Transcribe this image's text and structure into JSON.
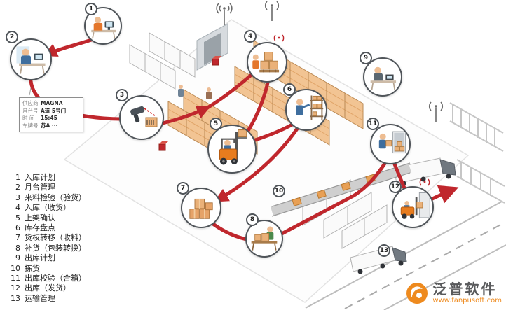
{
  "colors": {
    "flow_red": "#c0272d",
    "rack_orange": "#f2c493",
    "box_orange": "#eab179",
    "accent_orange": "#ee8a1e"
  },
  "steps": [
    {
      "number": "1",
      "label": "入库计划"
    },
    {
      "number": "2",
      "label": "月台管理"
    },
    {
      "number": "3",
      "label": "来料检验（验货）"
    },
    {
      "number": "4",
      "label": "入库（收货）"
    },
    {
      "number": "5",
      "label": "上架确认"
    },
    {
      "number": "6",
      "label": "库存盘点"
    },
    {
      "number": "7",
      "label": "货权转移（收料）"
    },
    {
      "number": "8",
      "label": "补货（包装转换）"
    },
    {
      "number": "9",
      "label": "出库计划"
    },
    {
      "number": "10",
      "label": "拣货"
    },
    {
      "number": "11",
      "label": "出库校验（合箱）"
    },
    {
      "number": "12",
      "label": "出库（发货）"
    },
    {
      "number": "13",
      "label": "运输管理"
    }
  ],
  "info_card": {
    "rows": [
      {
        "label": "供应商",
        "value": "MAGNA"
      },
      {
        "label": "月台号",
        "value": "A道 5号门"
      },
      {
        "label": "时 间",
        "value": "15:45"
      },
      {
        "label": "车牌号",
        "value": "苏A ···"
      }
    ]
  },
  "watermark": {
    "brand": "泛普软件",
    "url": "www.fanpusoft.com"
  }
}
